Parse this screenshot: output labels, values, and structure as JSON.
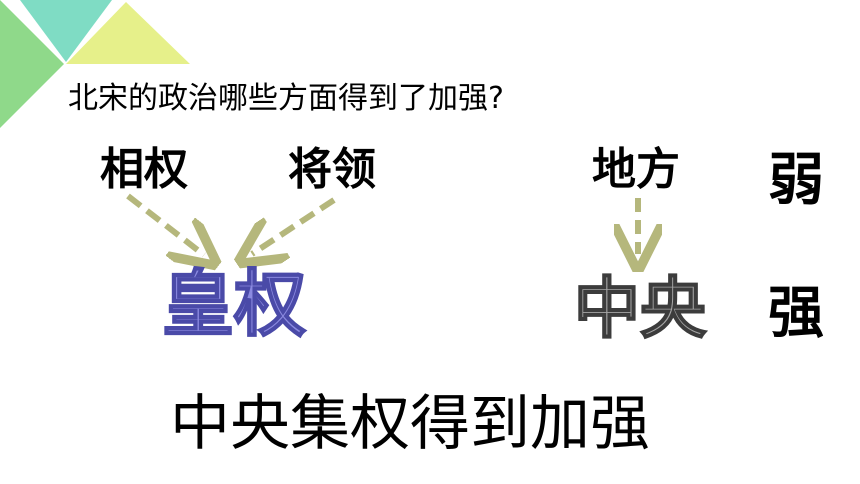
{
  "question": "北宋的政治哪些方面得到了加强?",
  "terms": {
    "left_1": "相权",
    "left_2": "将领",
    "right_1": "地方"
  },
  "results": {
    "left": "皇权",
    "right": "中央"
  },
  "labels": {
    "weak": "弱",
    "strong": "强"
  },
  "conclusion": "中央集权得到加强",
  "colors": {
    "triangle_green": "#8fd98a",
    "triangle_teal": "#7fdcc4",
    "triangle_yellow": "#e6f08a",
    "arrow": "#b5b77c",
    "huangquan_fill": "#8b8ae0",
    "zhongyang_fill": "#a6a6a6"
  }
}
